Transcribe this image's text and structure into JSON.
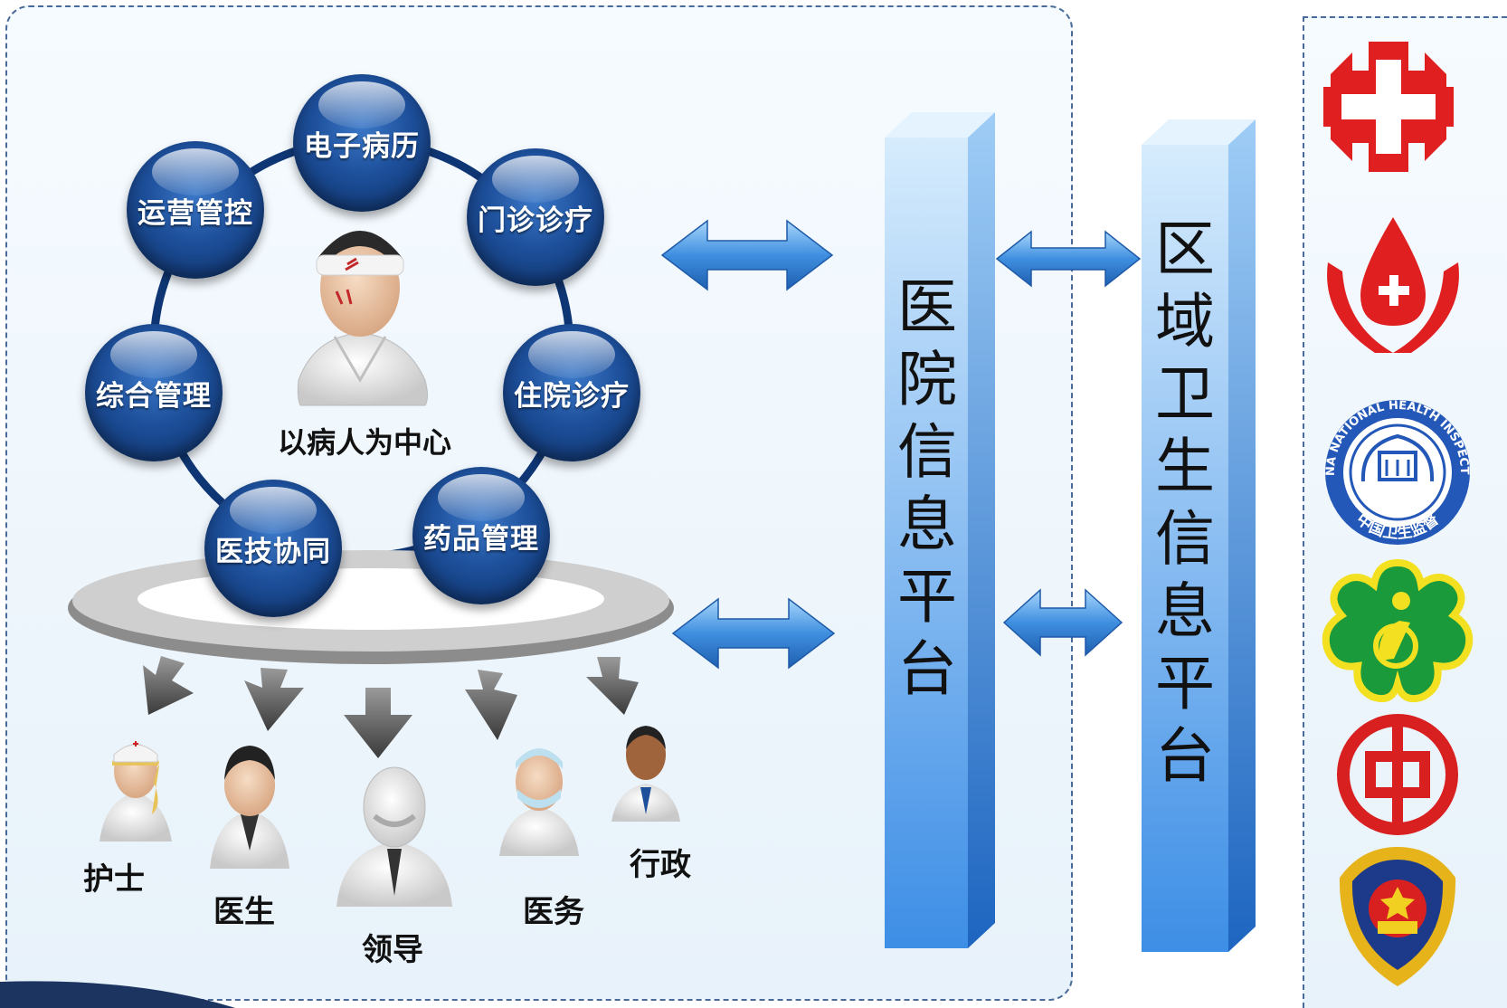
{
  "modules": [
    {
      "label": "电子病历"
    },
    {
      "label": "门诊诊疗"
    },
    {
      "label": "住院诊疗"
    },
    {
      "label": "药品管理"
    },
    {
      "label": "医技协同"
    },
    {
      "label": "综合管理"
    },
    {
      "label": "运营管控"
    }
  ],
  "center_label": "以病人为中心",
  "roles": [
    {
      "label": "护士"
    },
    {
      "label": "医生"
    },
    {
      "label": "领导"
    },
    {
      "label": "医务"
    },
    {
      "label": "行政"
    }
  ],
  "platforms": {
    "hospital": [
      "医",
      "院",
      "信",
      "息",
      "平",
      "台"
    ],
    "regional": [
      "区",
      "域",
      "卫",
      "生",
      "信",
      "息",
      "平",
      "台"
    ]
  },
  "logos": [
    {
      "name": "red-cross-logo"
    },
    {
      "name": "blood-donation-logo"
    },
    {
      "name": "health-inspection-logo",
      "text": "CHINA NATIONAL HEALTH INSPECTION",
      "text_cn": "中国卫生监督"
    },
    {
      "name": "disability-federation-logo"
    },
    {
      "name": "bank-of-china-logo"
    },
    {
      "name": "police-badge-logo"
    }
  ],
  "colors": {
    "module_blue": "#1d4f9a",
    "arrow_blue": "#3f8fe0",
    "pillar_blue": "#5aa8f2",
    "logo_red": "#e02020",
    "logo_green": "#1a9a3a"
  }
}
